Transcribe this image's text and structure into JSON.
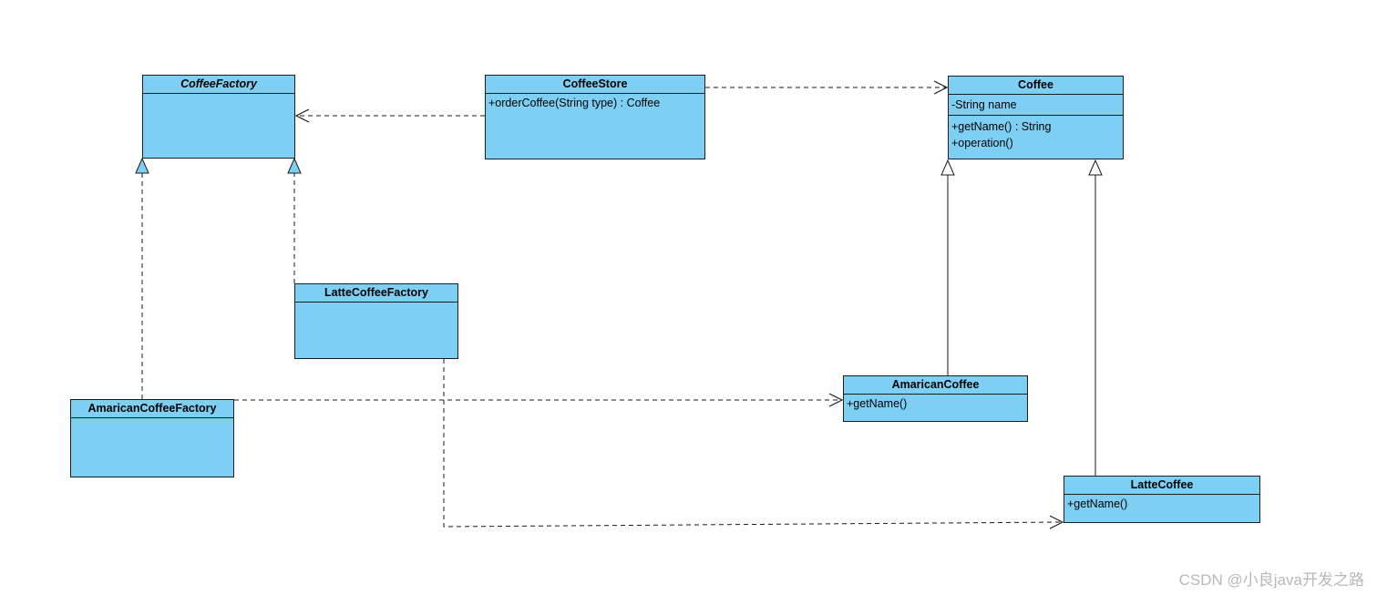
{
  "classes": {
    "coffee_factory": {
      "name": "CoffeeFactory"
    },
    "coffee_store": {
      "name": "CoffeeStore",
      "methods": [
        "+orderCoffee(String type) : Coffee"
      ]
    },
    "coffee": {
      "name": "Coffee",
      "attributes": [
        "-String name"
      ],
      "methods": [
        "+getName() : String",
        "+operation()"
      ]
    },
    "latte_coffee_factory": {
      "name": "LatteCoffeeFactory"
    },
    "american_coffee_factory": {
      "name": "AmaricanCoffeeFactory"
    },
    "american_coffee": {
      "name": "AmaricanCoffee",
      "methods": [
        "+getName()"
      ]
    },
    "latte_coffee": {
      "name": "LatteCoffee",
      "methods": [
        "+getName()"
      ]
    }
  },
  "relations": [
    {
      "from": "coffee_store",
      "to": "coffee_factory",
      "kind": "dependency"
    },
    {
      "from": "coffee_store",
      "to": "coffee",
      "kind": "dependency"
    },
    {
      "from": "american_coffee_factory",
      "to": "coffee_factory",
      "kind": "realization"
    },
    {
      "from": "latte_coffee_factory",
      "to": "coffee_factory",
      "kind": "realization"
    },
    {
      "from": "american_coffee",
      "to": "coffee",
      "kind": "generalization"
    },
    {
      "from": "latte_coffee",
      "to": "coffee",
      "kind": "generalization"
    },
    {
      "from": "american_coffee_factory",
      "to": "american_coffee",
      "kind": "dependency"
    },
    {
      "from": "latte_coffee_factory",
      "to": "latte_coffee",
      "kind": "dependency"
    }
  ],
  "colors": {
    "class_fill": "#7dd0f4",
    "border": "#1f1f1f",
    "line": "#1a1a1a",
    "watermark": "#b8b8b8"
  },
  "watermark": "CSDN @小良java开发之路"
}
